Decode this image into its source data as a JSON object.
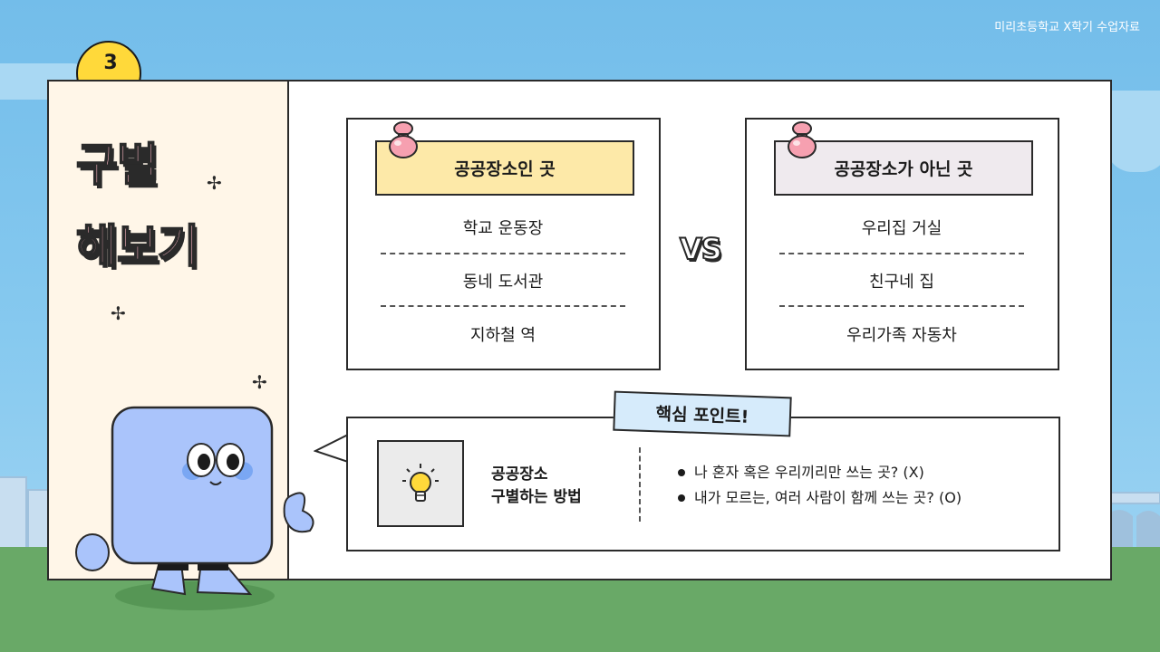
{
  "header": {
    "caption": "미리초등학교 X학기 수업자료"
  },
  "badge": {
    "number": "3"
  },
  "title": {
    "line1": "구별",
    "line2": "해보기"
  },
  "public_card": {
    "heading": "공공장소인 곳",
    "head_color": "#fde9a8",
    "items": [
      "학교 운동장",
      "동네 도서관",
      "지하철 역"
    ]
  },
  "nonpublic_card": {
    "heading": "공공장소가 아닌 곳",
    "head_color": "#efeaee",
    "items": [
      "우리집 거실",
      "친구네 집",
      "우리가족 자동차"
    ]
  },
  "vs_label": "VS",
  "key_point": {
    "tag": "핵심 포인트!",
    "title_line1": "공공장소",
    "title_line2": "구별하는 방법",
    "bullets": [
      "나 혼자 혹은 우리끼리만 쓰는 곳?  (X)",
      "내가 모르는, 여러 사람이 함께 쓰는 곳?  (O)"
    ]
  },
  "colors": {
    "accent_pink": "#ffb8c4",
    "badge_yellow": "#ffd93a",
    "tag_blue": "#d6ebfb",
    "mascot_blue": "#aac4fb"
  }
}
